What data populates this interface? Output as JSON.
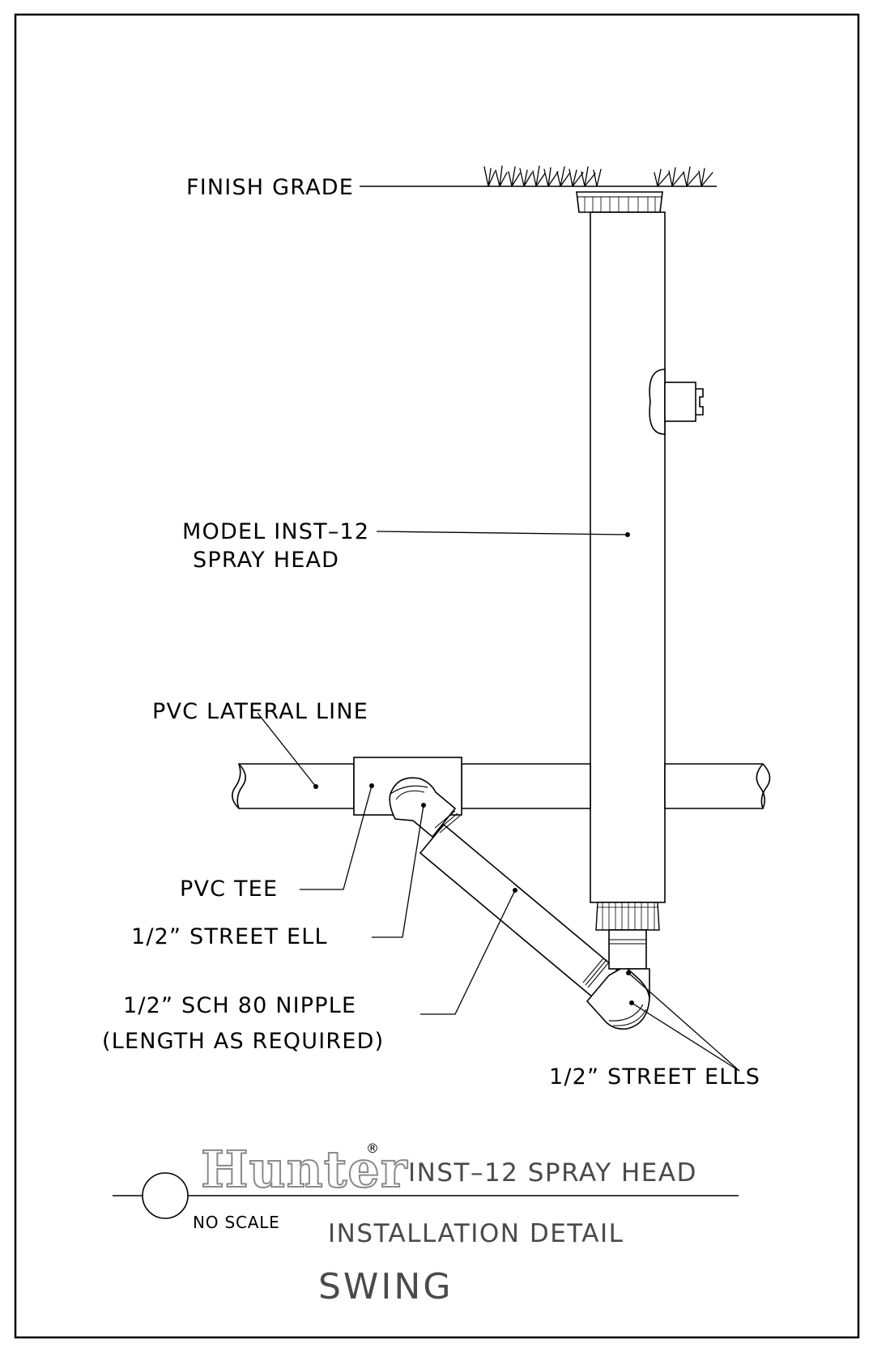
{
  "labels": {
    "finish_grade": "FINISH GRADE",
    "model_line1": "MODEL INST–12",
    "model_line2": "SPRAY HEAD",
    "pvc_lateral_line": "PVC LATERAL LINE",
    "pvc_tee": "PVC TEE",
    "street_ell": "1/2” STREET ELL",
    "nipple_line1": "1/2” SCH 80 NIPPLE",
    "nipple_line2": "(LENGTH AS REQUIRED)",
    "street_ells": "1/2” STREET ELLS"
  },
  "title_block": {
    "brand": "Hunter",
    "registered_mark": "®",
    "title": "INST–12 SPRAY HEAD",
    "scale_note": "NO SCALE",
    "subtitle": "INSTALLATION DETAIL",
    "variant": "SWING"
  },
  "colors": {
    "ink": "#000000",
    "title_ink": "#4a4a4a",
    "brand_outline": "#8a8a8a"
  }
}
